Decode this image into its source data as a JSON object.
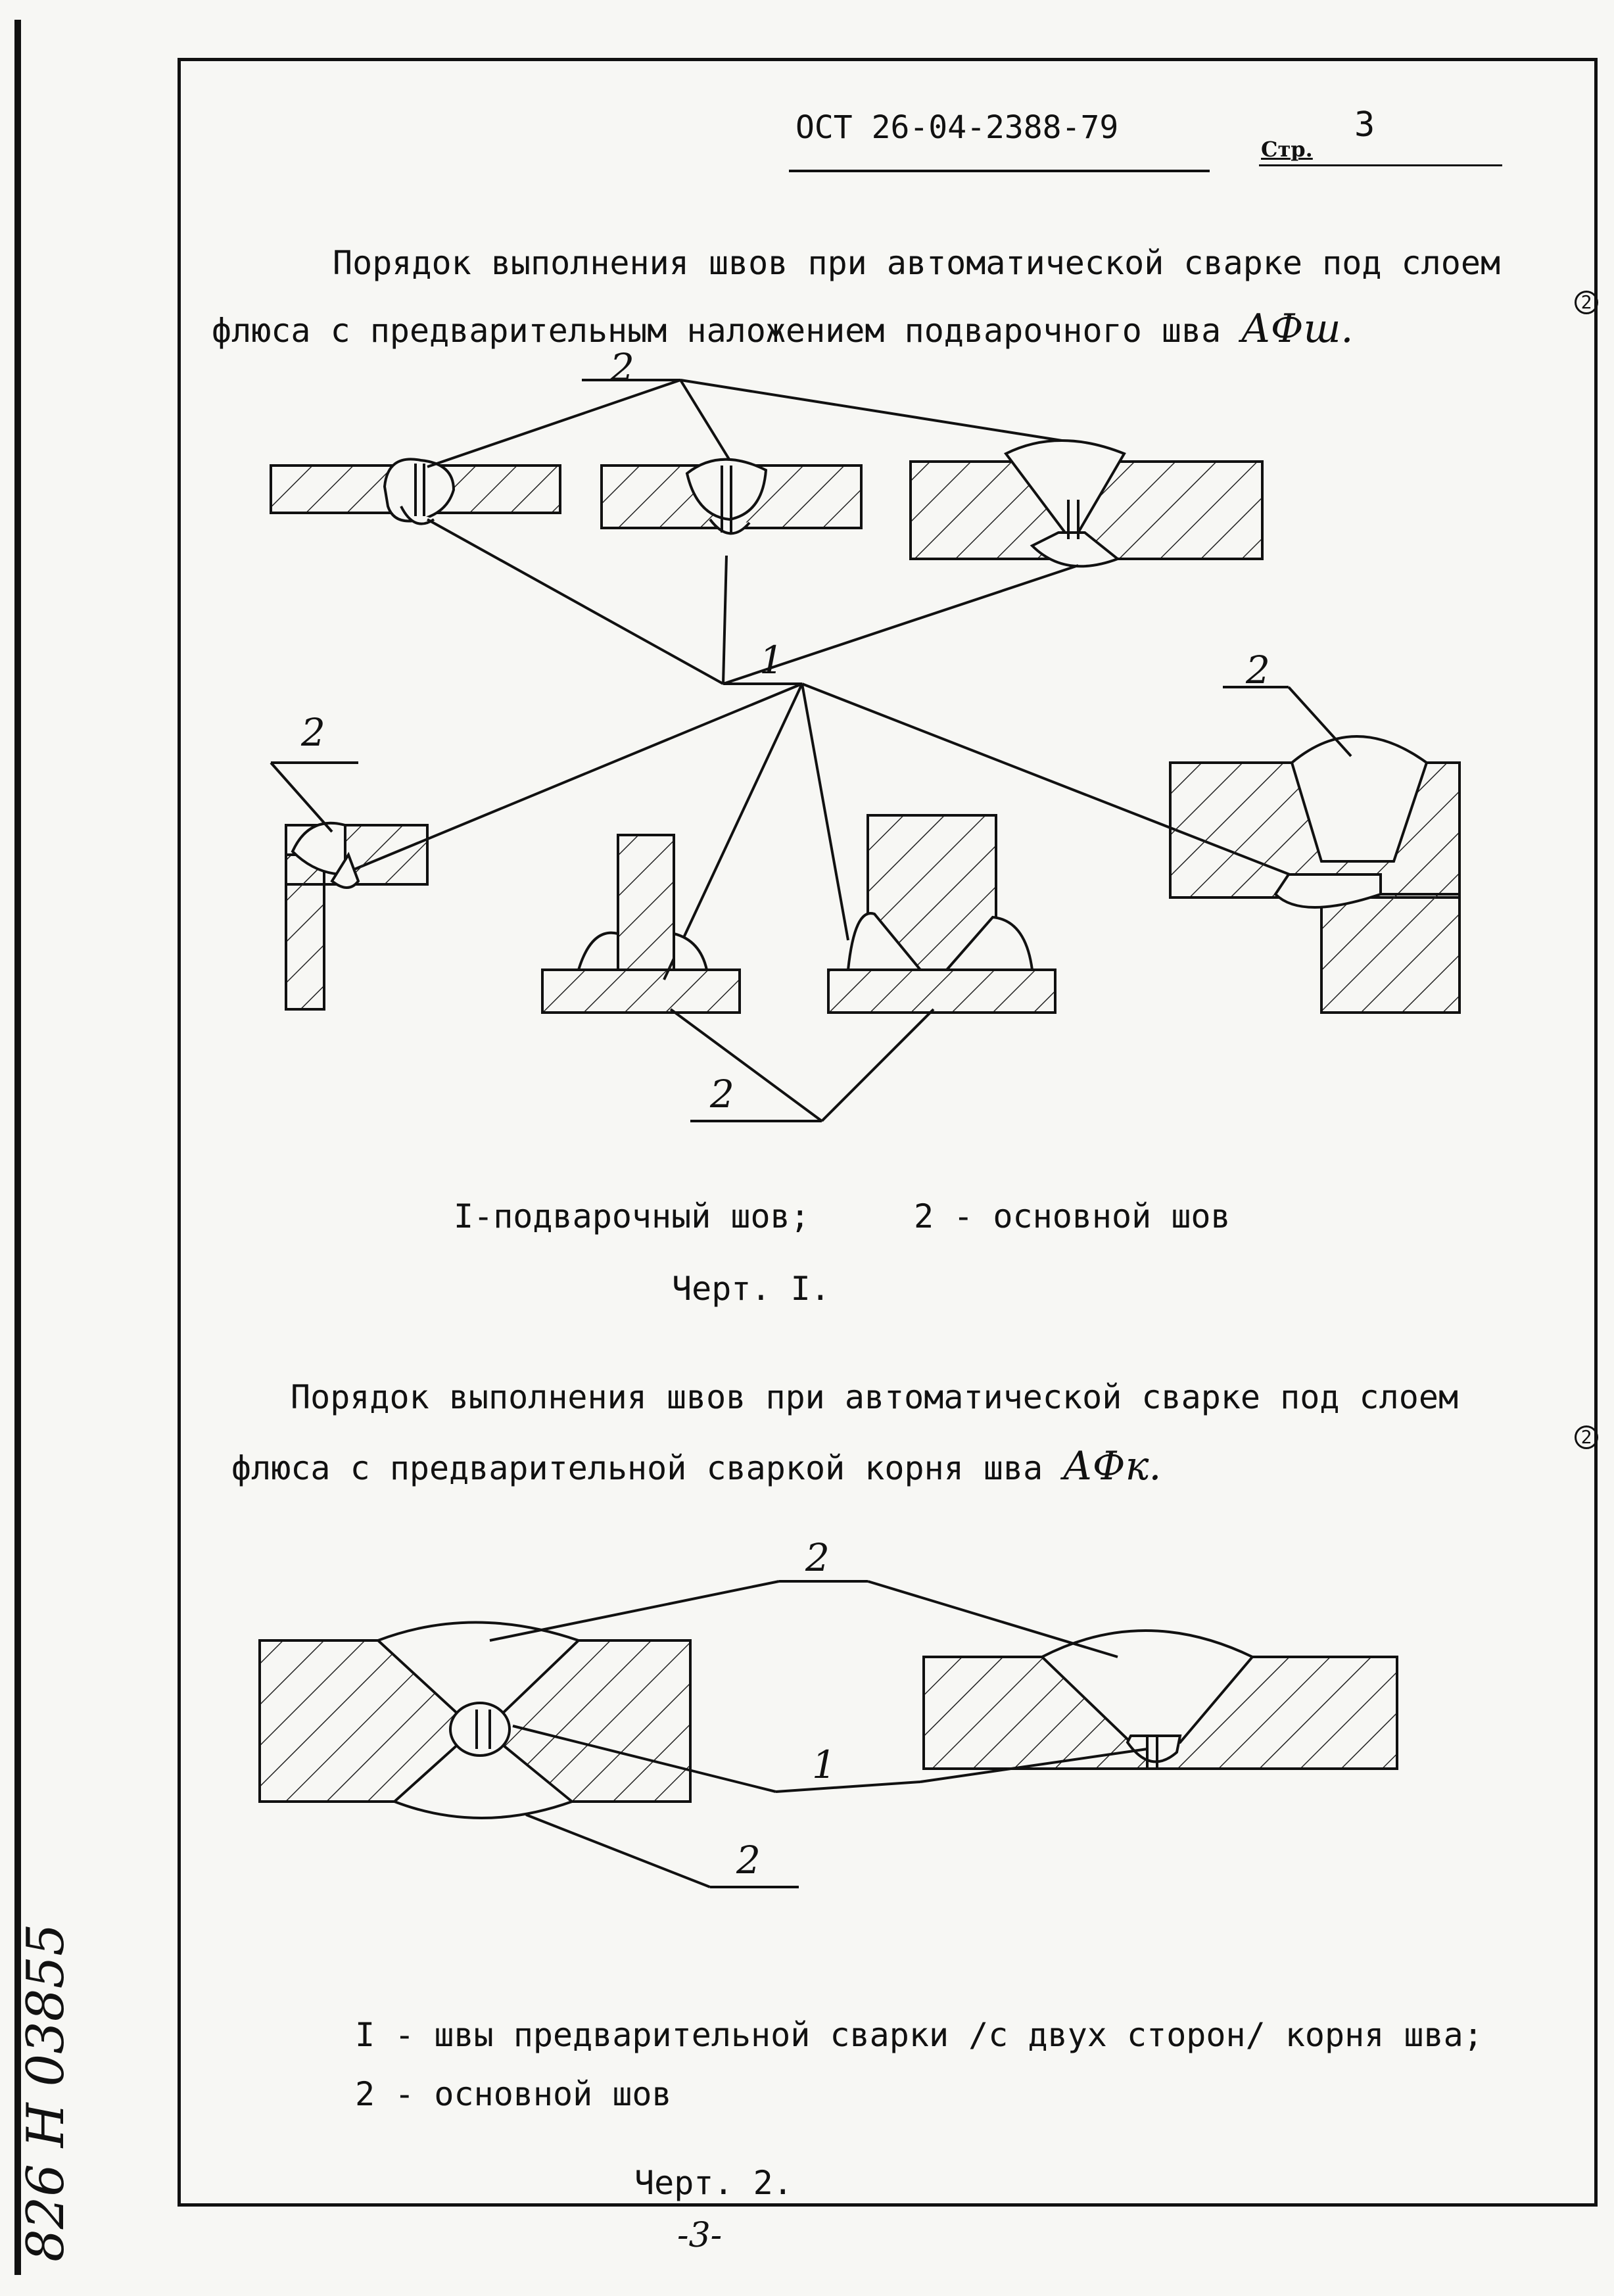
{
  "header": {
    "doc_code": "ОСТ 26-04-2388-79",
    "page_label": "Стр.",
    "page_number": "3"
  },
  "section1": {
    "line1": "Порядок выполнения швов при автоматической сварке под слоем",
    "line2": "флюса с предварительным наложением подварочного шва",
    "handwritten": "АФш."
  },
  "figure1": {
    "labels": {
      "main_seam": "2",
      "root_seam": "1"
    },
    "legend_1": "I-подварочный шов;",
    "legend_2": "2 - основной шов",
    "caption": "Черт. I."
  },
  "section2": {
    "line1": "Порядок выполнения швов при автоматической сварке под слоем",
    "line2": "флюса с предварительной сваркой корня шва",
    "handwritten": "АФк."
  },
  "figure2": {
    "labels": {
      "main_seam": "2",
      "root_seam": "1"
    },
    "legend_1": "I - швы предварительной сварки /с двух сторон/ корня шва;",
    "legend_2": "2 - основной шов",
    "caption": "Черт. 2."
  },
  "margin_marks": [
    "2",
    "2"
  ],
  "side_stamp": "826 Н 03855",
  "bottom_page": "-3-"
}
